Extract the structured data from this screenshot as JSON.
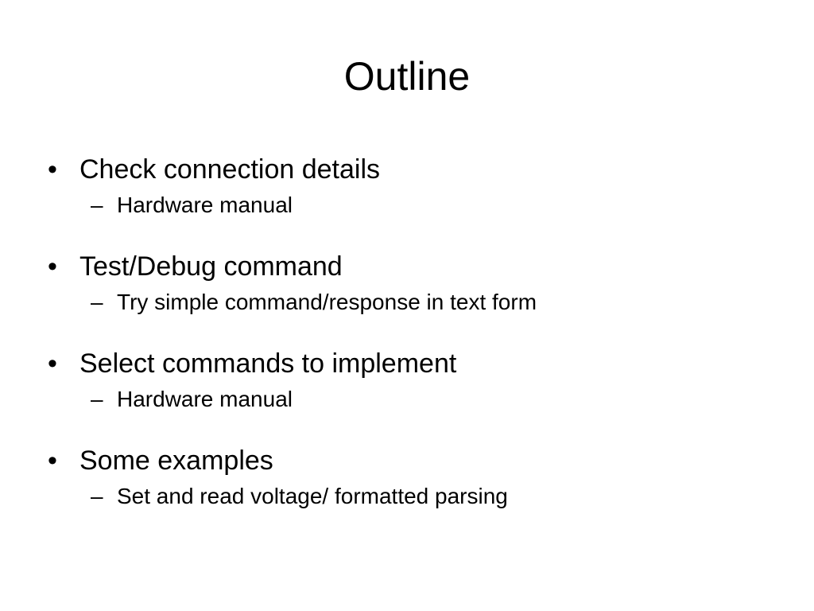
{
  "slide": {
    "title": "Outline",
    "bullets": [
      {
        "text": "Check connection details",
        "sub": "Hardware manual"
      },
      {
        "text": "Test/Debug command",
        "sub": "Try simple command/response in text form"
      },
      {
        "text": "Select commands to implement",
        "sub": "Hardware manual"
      },
      {
        "text": "Some examples",
        "sub": "Set and read voltage/ formatted parsing"
      }
    ],
    "bullet_glyph": "•",
    "sub_glyph": "–"
  }
}
